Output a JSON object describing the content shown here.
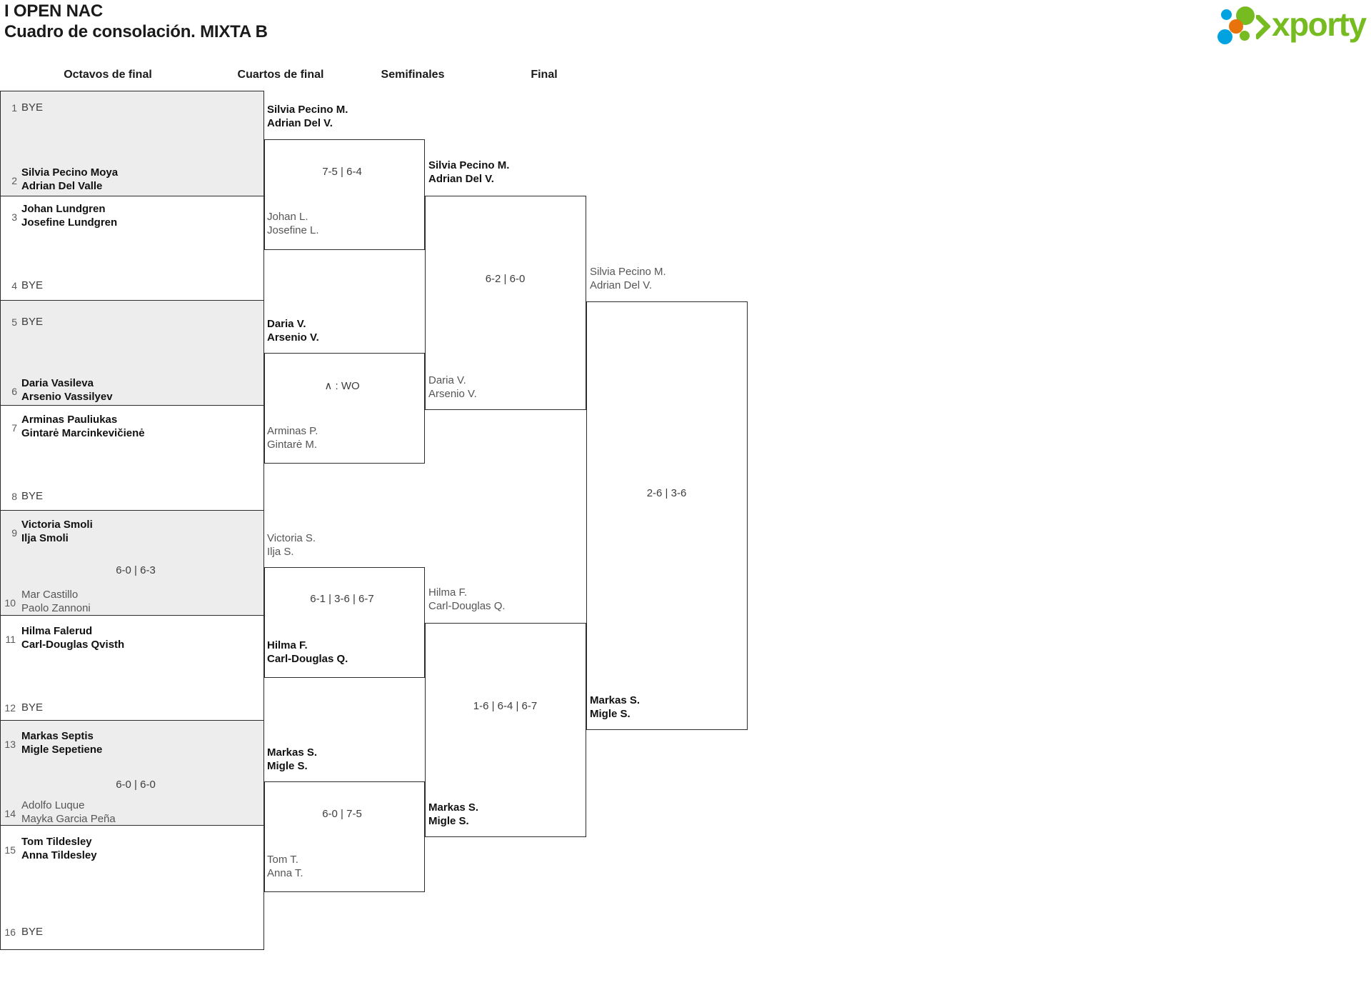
{
  "header": {
    "tournament": "I OPEN NAC",
    "subtitle": "Cuadro de consolación. MIXTA B",
    "logo_text": "xporty",
    "logo_colors": {
      "green": "#76bc21",
      "blue": "#00a3e0",
      "orange": "#e8720c"
    }
  },
  "rounds": [
    {
      "label": "Octavos de final"
    },
    {
      "label": "Cuartos de final"
    },
    {
      "label": "Semifinales"
    },
    {
      "label": "Final"
    }
  ],
  "octavos": {
    "entries": [
      {
        "seed": "1",
        "line1": "BYE",
        "line2": "",
        "state": "bye"
      },
      {
        "seed": "2",
        "line1": "Silvia Pecino Moya",
        "line2": "Adrian Del Valle",
        "state": "win"
      },
      {
        "seed": "3",
        "line1": "Johan Lundgren",
        "line2": "Josefine Lundgren",
        "state": "win"
      },
      {
        "seed": "4",
        "line1": "BYE",
        "line2": "",
        "state": "bye"
      },
      {
        "seed": "5",
        "line1": "BYE",
        "line2": "",
        "state": "bye"
      },
      {
        "seed": "6",
        "line1": "Daria Vasileva",
        "line2": "Arsenio Vassilyev",
        "state": "win"
      },
      {
        "seed": "7",
        "line1": "Arminas Pauliukas",
        "line2": "Gintarė Marcinkevičienė",
        "state": "win"
      },
      {
        "seed": "8",
        "line1": "BYE",
        "line2": "",
        "state": "bye"
      },
      {
        "seed": "9",
        "line1": "Victoria Smoli",
        "line2": "Ilja Smoli",
        "state": "win"
      },
      {
        "seed": "10",
        "line1": "Mar Castillo",
        "line2": "Paolo Zannoni",
        "state": "lose"
      },
      {
        "seed": "11",
        "line1": "Hilma Falerud",
        "line2": "Carl-Douglas Qvisth",
        "state": "win"
      },
      {
        "seed": "12",
        "line1": "BYE",
        "line2": "",
        "state": "bye"
      },
      {
        "seed": "13",
        "line1": "Markas Septis",
        "line2": "Migle Sepetiene",
        "state": "win"
      },
      {
        "seed": "14",
        "line1": "Adolfo Luque",
        "line2": "Mayka Garcia Peña",
        "state": "lose"
      },
      {
        "seed": "15",
        "line1": "Tom Tildesley",
        "line2": "Anna Tildesley",
        "state": "win"
      },
      {
        "seed": "16",
        "line1": "BYE",
        "line2": "",
        "state": "bye"
      }
    ],
    "scores": [
      {
        "match": 5,
        "value": "6-0 | 6-3"
      },
      {
        "match": 7,
        "value": "6-0 | 6-0"
      }
    ]
  },
  "cuartos": {
    "entries": [
      {
        "line1": "Silvia Pecino M.",
        "line2": "Adrian Del V.",
        "state": "win"
      },
      {
        "line1": "Johan L.",
        "line2": "Josefine L.",
        "state": "lose"
      },
      {
        "line1": "Daria V.",
        "line2": "Arsenio V.",
        "state": "win"
      },
      {
        "line1": "Arminas P.",
        "line2": "Gintarė M.",
        "state": "lose"
      },
      {
        "line1": "Victoria S.",
        "line2": "Ilja S.",
        "state": "lose"
      },
      {
        "line1": "Hilma F.",
        "line2": "Carl-Douglas Q.",
        "state": "win"
      },
      {
        "line1": "Markas S.",
        "line2": "Migle S.",
        "state": "win"
      },
      {
        "line1": "Tom T.",
        "line2": "Anna T.",
        "state": "lose"
      }
    ],
    "scores": [
      {
        "match": 1,
        "value": "7-5 | 6-4"
      },
      {
        "match": 2,
        "value": "∧ : WO"
      },
      {
        "match": 3,
        "value": "6-1 | 3-6 | 6-7"
      },
      {
        "match": 4,
        "value": "6-0 | 7-5"
      }
    ]
  },
  "semifinales": {
    "entries": [
      {
        "line1": "Silvia Pecino M.",
        "line2": "Adrian Del V.",
        "state": "win"
      },
      {
        "line1": "Daria V.",
        "line2": "Arsenio V.",
        "state": "lose"
      },
      {
        "line1": "Hilma F.",
        "line2": "Carl-Douglas Q.",
        "state": "lose"
      },
      {
        "line1": "Markas S.",
        "line2": "Migle S.",
        "state": "win"
      }
    ],
    "scores": [
      {
        "match": 1,
        "value": "6-2 | 6-0"
      },
      {
        "match": 2,
        "value": "1-6 | 6-4 | 6-7"
      }
    ]
  },
  "final": {
    "entries": [
      {
        "line1": "Silvia Pecino M.",
        "line2": "Adrian Del V.",
        "state": "lose"
      },
      {
        "line1": "Markas S.",
        "line2": "Migle S.",
        "state": "win"
      }
    ],
    "scores": [
      {
        "match": 1,
        "value": "2-6 | 3-6"
      }
    ]
  }
}
